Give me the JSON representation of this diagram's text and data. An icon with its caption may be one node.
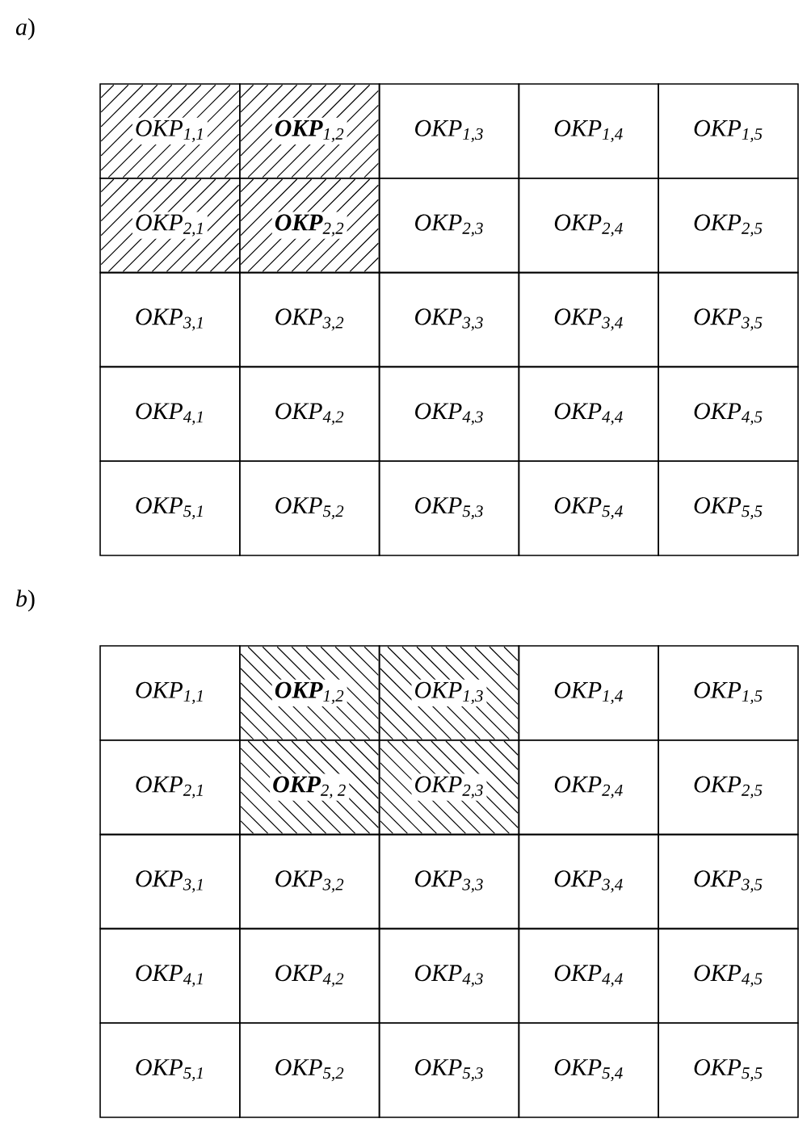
{
  "diagram": {
    "nodes": [
      {
        "text": [
          "OKP$_{1,1}$"
        ]
      },
      {
        "text": [
          "**OKP**$_{1,2}$"
        ]
      },
      {
        "text": [
          "OKP$_{1,3}$"
        ]
      },
      {
        "text": [
          "OKP$_{1,4}$"
        ]
      },
      {
        "text": [
          "OKP$_{1,5}$"
        ]
      },
      {
        "text": [
          "OKP$_{2,1}$"
        ]
      },
      {
        "text": [
          "**OKP**$_{2,2}$"
        ]
      },
      {
        "text": [
          "OKP$_{2,3}$"
        ]
      },
      {
        "text": [
          "OKP$_{2,4}$"
        ]
      },
      {
        "text": [
          "OKP$_{2,5}$"
        ]
      },
      {
        "text": [
          "OKP$_{3,1}$"
        ]
      },
      {
        "text": [
          "OKP$_{3,2}$"
        ]
      },
      {
        "text": [
          "OKP$_{3,3}$"
        ]
      },
      {
        "text": [
          "OKP$_{3,4}$"
        ]
      },
      {
        "text": [
          "OKP$_{3,5}$"
        ]
      },
      {
        "text": [
          "OKP$_{4,1}$"
        ]
      },
      {
        "text": [
          "OKP$_{4,2}$"
        ]
      },
      {
        "text": [
          "OKP$_{4,3}$"
        ]
      },
      {
        "text": [
          "OKP$_{4,4}$"
        ]
      },
      {
        "text": [
          "OKP$_{4,5}$"
        ]
      },
      {
        "text": [
          "OKP$_{5,1}$"
        ]
      },
      {
        "text": [
          "OKP$_{5,2}$"
        ]
      },
      {
        "text": [
          "OKP$_{5,3}$"
        ]
      },
      {
        "text": [
          "OKP$_{5,4}$"
        ]
      },
      {
        "text": [
          "OKP$_{5,5}$"
        ]
      },
      {
        "text": [
          "OKP$_{1,1}$"
        ]
      },
      {
        "text": [
          "**OKP**$_{1,2}$"
        ]
      },
      {
        "text": [
          "OKP$_{1,3}$"
        ]
      },
      {
        "text": [
          "OKP$_{1,4}$"
        ]
      },
      {
        "text": [
          "OKP$_{1,5}$"
        ]
      },
      {
        "text": [
          "OKP$_{2,1}$"
        ]
      },
      {
        "text": [
          "**OKP**$_{2, 2}$"
        ]
      },
      {
        "text": [
          "OKP$_{2,3}$"
        ]
      },
      {
        "text": [
          "OKP$_{2,4}$"
        ]
      },
      {
        "text": [
          "OKP$_{2,5}$"
        ]
      },
      {
        "text": [
          "OKP$_{3,1}$"
        ]
      },
      {
        "text": [
          "OKP$_{3,2}$"
        ]
      },
      {
        "text": [
          "OKP$_{3,3}$"
        ]
      },
      {
        "text": [
          "OKP$_{3,4}$"
        ]
      },
      {
        "text": [
          "OKP$_{3,5}$"
        ]
      },
      {
        "text": [
          "OKP$_{4,1}$"
        ]
      },
      {
        "text": [
          "OKP$_{4,2}$"
        ]
      },
      {
        "text": [
          "OKP$_{4,3}$"
        ]
      },
      {
        "text": [
          "OKP$_{4,4}$"
        ]
      },
      {
        "text": [
          "OKP$_{4,5}$"
        ]
      },
      {
        "text": [
          "OKP$_{5,1}$"
        ]
      },
      {
        "text": [
          "OKP$_{5,2}$"
        ]
      },
      {
        "text": [
          "OKP$_{5,3}$"
        ]
      },
      {
        "text": [
          "OKP$_{5,4}$"
        ]
      },
      {
        "text": [
          "OKP$_{5,5}$"
        ]
      }
    ],
    "labels": [
      "*a*)",
      "*b*)"
    ]
  }
}
